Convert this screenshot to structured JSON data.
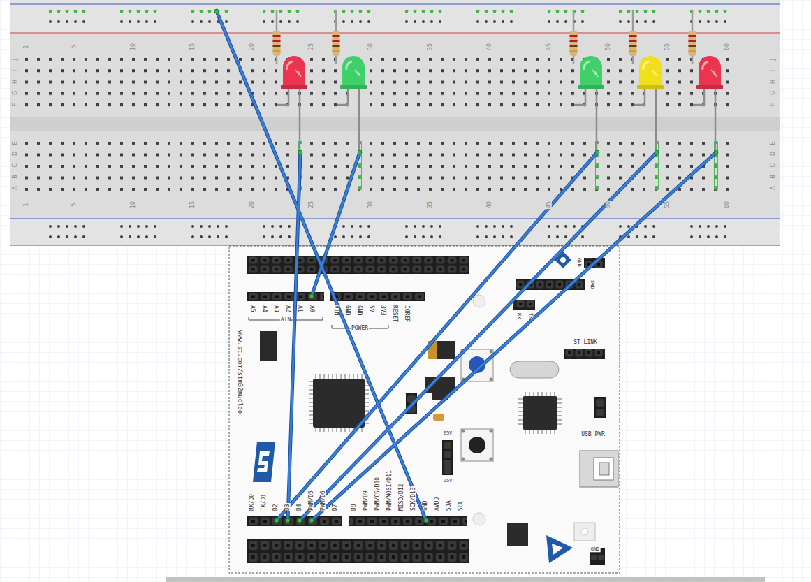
{
  "diagram": {
    "labels": [
      "1",
      "5",
      "10",
      "15",
      "20",
      "25",
      "30",
      "35",
      "40",
      "45",
      "50",
      "55",
      "60",
      "1",
      "5",
      "10",
      "15",
      "20",
      "25",
      "30",
      "35",
      "40",
      "45",
      "50",
      "55",
      "60",
      "J",
      "I",
      "H",
      "G",
      "F",
      "E",
      "D",
      "C",
      "B",
      "A",
      "J",
      "I",
      "H",
      "G",
      "F",
      "E",
      "D",
      "C",
      "B",
      "A",
      "A5",
      "A4",
      "A3",
      "A2",
      "A1",
      "A0",
      "AIN",
      "VIN",
      "GND",
      "GND",
      "5V",
      "3V3",
      "RESET",
      "IOREF",
      "POWER",
      "www.st.com/stm32nucleo",
      "GND",
      "SWD",
      "RX",
      "TX",
      "ST-LINK",
      "E5V",
      "U5V",
      "USB PWR",
      "RX/D0",
      "TX/D1",
      "D2",
      "D3",
      "D4",
      "PWM/D5",
      "PWM/D6",
      "D7",
      "D8",
      "PWM/D9",
      "PWM/CS/D10",
      "PWM/MOSI/D11",
      "MISO/D12",
      "SCK/D13",
      "GND",
      "AVDD",
      "SDA",
      "SCL",
      "GND"
    ]
  }
}
